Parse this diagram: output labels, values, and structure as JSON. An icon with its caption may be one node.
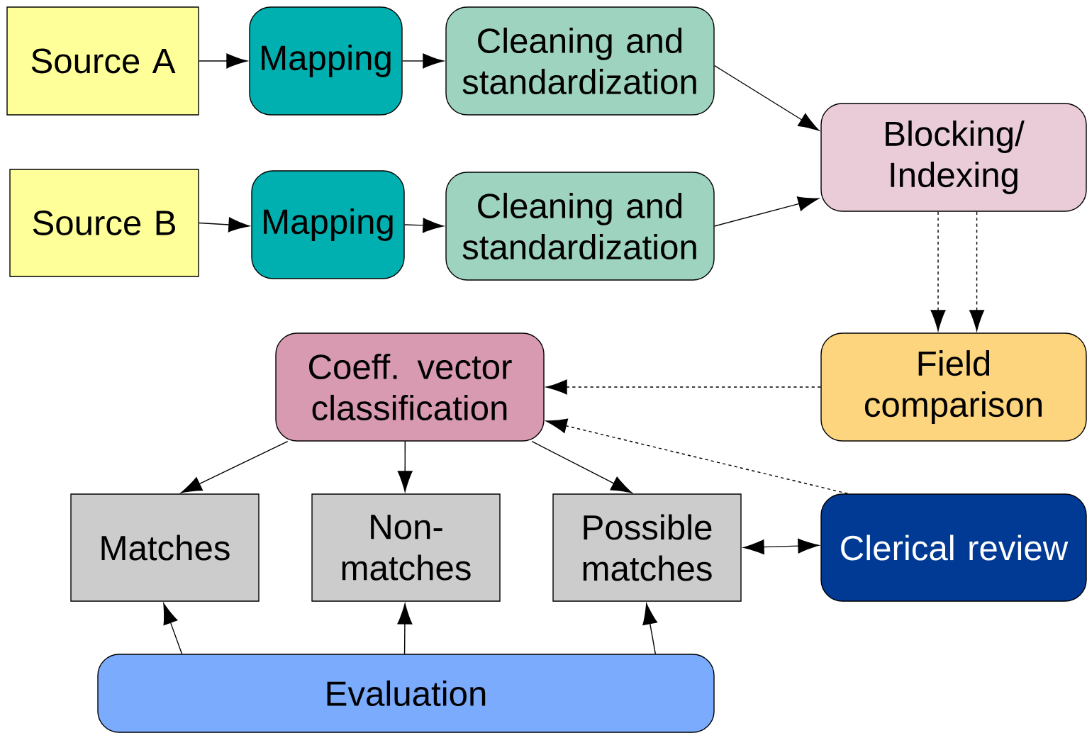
{
  "diagram": {
    "nodes": [
      {
        "text": [
          "Source A"
        ]
      },
      {
        "text": [
          "Mapping"
        ]
      },
      {
        "text": [
          "Cleaning and standardization"
        ]
      },
      {
        "text": [
          "Blocking/ Indexing"
        ]
      },
      {
        "text": [
          "Source B"
        ]
      },
      {
        "text": [
          "Mapping"
        ]
      },
      {
        "text": [
          "Cleaning and standardization"
        ]
      },
      {
        "text": [
          "Field comparison"
        ]
      },
      {
        "text": [
          "Coeff. vector classification"
        ]
      },
      {
        "text": [
          "Matches"
        ]
      },
      {
        "text": [
          "Non-matches"
        ]
      },
      {
        "text": [
          "Possible matches"
        ]
      },
      {
        "text": [
          "Clerical review"
        ]
      },
      {
        "text": [
          "Evaluation"
        ]
      }
    ],
    "edges": [
      {
        "from": 0,
        "to": 1,
        "arrow": "to"
      },
      {
        "from": 1,
        "to": 2,
        "arrow": "to"
      },
      {
        "from": 2,
        "to": 3,
        "arrow": "to"
      },
      {
        "from": 4,
        "to": 5,
        "arrow": "to"
      },
      {
        "from": 5,
        "to": 6,
        "arrow": "to"
      },
      {
        "from": 6,
        "to": 3,
        "arrow": "to"
      },
      {
        "from": 3,
        "to": 7,
        "arrow": "to",
        "style": "dashed"
      },
      {
        "from": 3,
        "to": 7,
        "arrow": "to",
        "style": "dashed"
      },
      {
        "from": 7,
        "to": 8,
        "arrow": "to",
        "style": "dashed"
      },
      {
        "from": 12,
        "to": 8,
        "arrow": "to",
        "style": "dashed"
      },
      {
        "from": 8,
        "to": 9,
        "arrow": "to"
      },
      {
        "from": 8,
        "to": 10,
        "arrow": "to"
      },
      {
        "from": 8,
        "to": 11,
        "arrow": "to"
      },
      {
        "from": 11,
        "to": 12,
        "arrow": "both"
      },
      {
        "from": 13,
        "to": 9,
        "arrow": "to"
      },
      {
        "from": 13,
        "to": 10,
        "arrow": "to"
      },
      {
        "from": 13,
        "to": 11,
        "arrow": "to"
      }
    ]
  }
}
